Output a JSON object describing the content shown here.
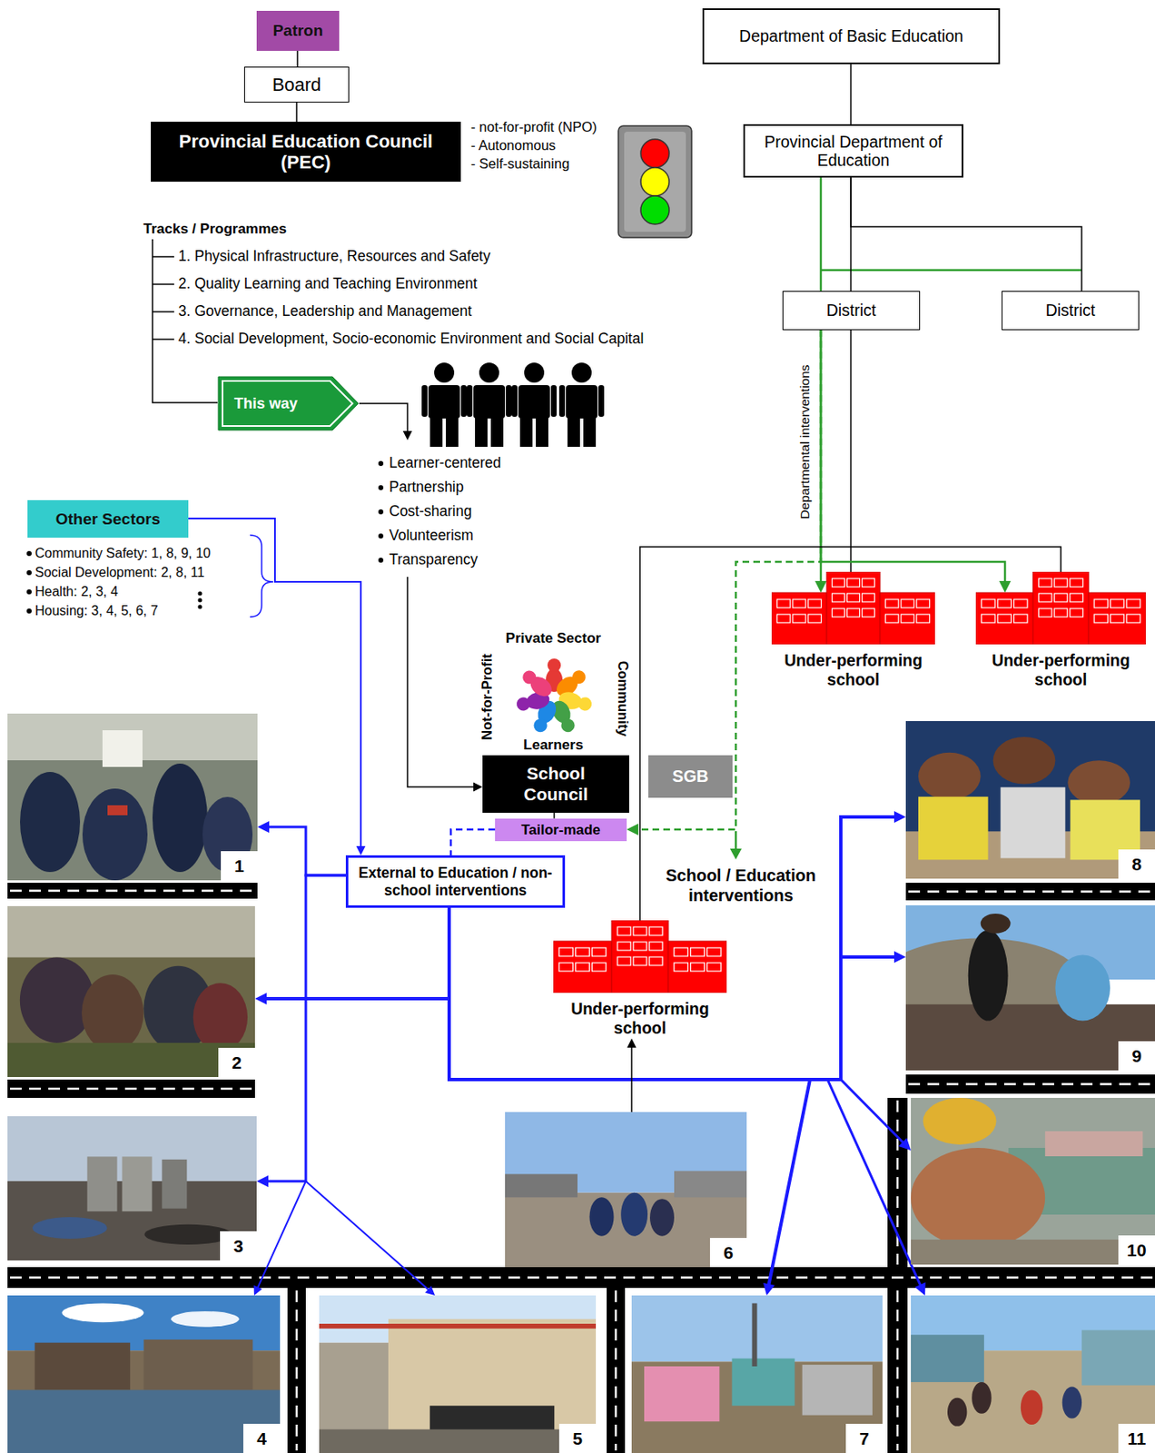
{
  "diagram": {
    "nodes": [
      {
        "text": [
          "Patron"
        ]
      },
      {
        "text": [
          "Department of Basic Education"
        ]
      },
      {
        "text": [
          "Board"
        ]
      },
      {
        "text": [
          "Provincial Education Council (PEC)"
        ]
      },
      {
        "text": [
          "Provincial Department of Education"
        ]
      },
      {
        "text": [
          "District"
        ]
      },
      {
        "text": [
          "District"
        ]
      },
      {
        "text": [
          "This way"
        ]
      },
      {
        "text": [
          "Other Sectors"
        ]
      },
      {
        "text": [
          "Under-performing school"
        ]
      },
      {
        "text": [
          "Under-performing school"
        ]
      },
      {
        "text": [
          "School Council"
        ]
      },
      {
        "text": [
          "SGB"
        ]
      },
      {
        "text": [
          "Tailor-made"
        ]
      },
      {
        "text": [
          "External to Education / non-school interventions"
        ]
      },
      {
        "text": [
          "1"
        ]
      },
      {
        "text": [
          "8"
        ]
      },
      {
        "text": [
          "Under-performing school"
        ]
      },
      {
        "text": [
          "2"
        ]
      },
      {
        "text": [
          "9"
        ]
      },
      {
        "text": [
          "3"
        ]
      },
      {
        "text": [
          "6"
        ]
      },
      {
        "text": [
          "10"
        ]
      },
      {
        "text": [
          "4"
        ]
      },
      {
        "text": [
          "5"
        ]
      },
      {
        "text": [
          "7"
        ]
      },
      {
        "text": [
          "11"
        ]
      }
    ],
    "edges": [
      {
        "from": 0,
        "to": 2,
        "arrow": "none"
      },
      {
        "from": 2,
        "to": 3,
        "arrow": "none"
      },
      {
        "from": 1,
        "to": 4,
        "arrow": "none"
      },
      {
        "from": 4,
        "to": 5,
        "arrow": "none"
      },
      {
        "from": 4,
        "to": 6,
        "arrow": "none"
      },
      {
        "from": 5,
        "to": 9,
        "label": "Departmental interventions",
        "arrow": "to"
      },
      {
        "from": 5,
        "to": 9,
        "arrow": "none"
      },
      {
        "from": 5,
        "to": 10,
        "arrow": "to"
      },
      {
        "from": 5,
        "to": 13,
        "arrow": "to"
      },
      {
        "from": 17,
        "to": 10,
        "arrow": "none"
      },
      {
        "from": 7,
        "to": 11,
        "arrow": "to"
      },
      {
        "from": 11,
        "to": 13,
        "arrow": "none"
      },
      {
        "from": 8,
        "to": 14,
        "arrow": "to"
      },
      {
        "from": 13,
        "to": 14,
        "arrow": "none"
      },
      {
        "from": 14,
        "to": 15,
        "arrow": "to"
      },
      {
        "from": 14,
        "to": 18,
        "arrow": "to"
      },
      {
        "from": 14,
        "to": 20,
        "arrow": "to"
      },
      {
        "from": 14,
        "to": 23,
        "arrow": "to"
      },
      {
        "from": 14,
        "to": 24,
        "arrow": "to"
      },
      {
        "from": 14,
        "to": 25,
        "arrow": "to"
      },
      {
        "from": 14,
        "to": 16,
        "arrow": "to"
      },
      {
        "from": 14,
        "to": 19,
        "arrow": "to"
      },
      {
        "from": 14,
        "to": 22,
        "arrow": "to"
      },
      {
        "from": 14,
        "to": 26,
        "arrow": "to"
      },
      {
        "from": 21,
        "to": 17,
        "arrow": "to"
      }
    ],
    "labels": [
      "- not-for-profit (NPO)",
      "- Autonomous",
      "- Self-sustaining",
      "Tracks / Programmes",
      "1. Physical Infrastructure, Resources and Safety",
      "2. Quality Learning and Teaching Environment",
      "3. Governance, Leadership and Management",
      "4. Social Development, Socio-economic Environment and Social Capital",
      "Learner-centered",
      "Partnership",
      "Cost-sharing",
      "Volunteerism",
      "Transparency",
      "Community Safety: 1, 8, 9, 10",
      "Social Development: 2, 8, 11",
      "Health: 2, 3, 4",
      "Housing: 3, 4, 5, 6, 7",
      "Private Sector",
      "Not-for-Profit",
      "Community",
      "Learners",
      "School / Education interventions"
    ]
  }
}
